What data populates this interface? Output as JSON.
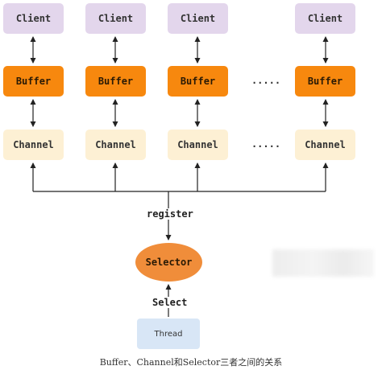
{
  "columns": [
    {
      "client": "Client",
      "buffer": "Buffer",
      "channel": "Channel"
    },
    {
      "client": "Client",
      "buffer": "Buffer",
      "channel": "Channel"
    },
    {
      "client": "Client",
      "buffer": "Buffer",
      "channel": "Channel"
    },
    {
      "client": "Client",
      "buffer": "Buffer",
      "channel": "Channel"
    }
  ],
  "ellipsis": ".....",
  "edges": {
    "register": "register",
    "select": "Select"
  },
  "selector": "Selector",
  "thread": "Thread",
  "caption": "Buffer、Channel和Selector三者之间的关系"
}
